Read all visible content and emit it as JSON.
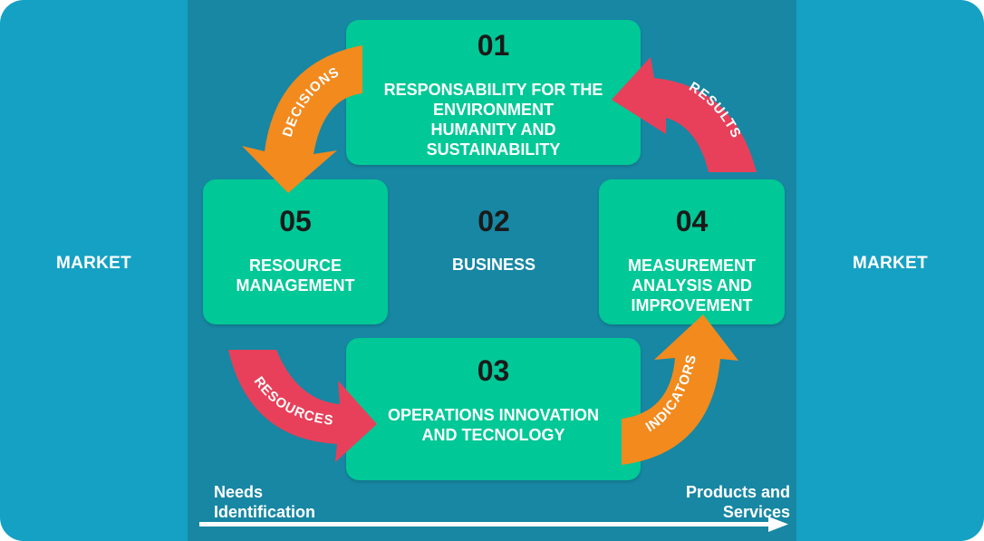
{
  "market_left": "MARKET",
  "market_right": "MARKET",
  "boxes": {
    "b01": {
      "num": "01",
      "text": "RESPONSABILITY FOR THE\nENVIRONMENT\nHUMANITY AND\nSUSTAINABILITY"
    },
    "b05": {
      "num": "05",
      "text": "RESOURCE\nMANAGEMENT"
    },
    "b02": {
      "num": "02",
      "text": "BUSINESS"
    },
    "b04": {
      "num": "04",
      "text": "MEASUREMENT\nANALYSIS AND\nIMPROVEMENT"
    },
    "b03": {
      "num": "03",
      "text": "OPERATIONS INNOVATION\nAND TECNOLOGY"
    }
  },
  "arrows": {
    "decisions": "DECISIONS",
    "results": "RESULTS",
    "resources": "RESOURCES",
    "indicators": "INDICATORS"
  },
  "flow": {
    "start": "Needs\nIdentification",
    "end": "Products and\nServices"
  },
  "colors": {
    "outer": "#15a1c4",
    "center": "#1787a3",
    "box": "#00c896",
    "orange": "#f28a1e",
    "red": "#e8405a"
  }
}
